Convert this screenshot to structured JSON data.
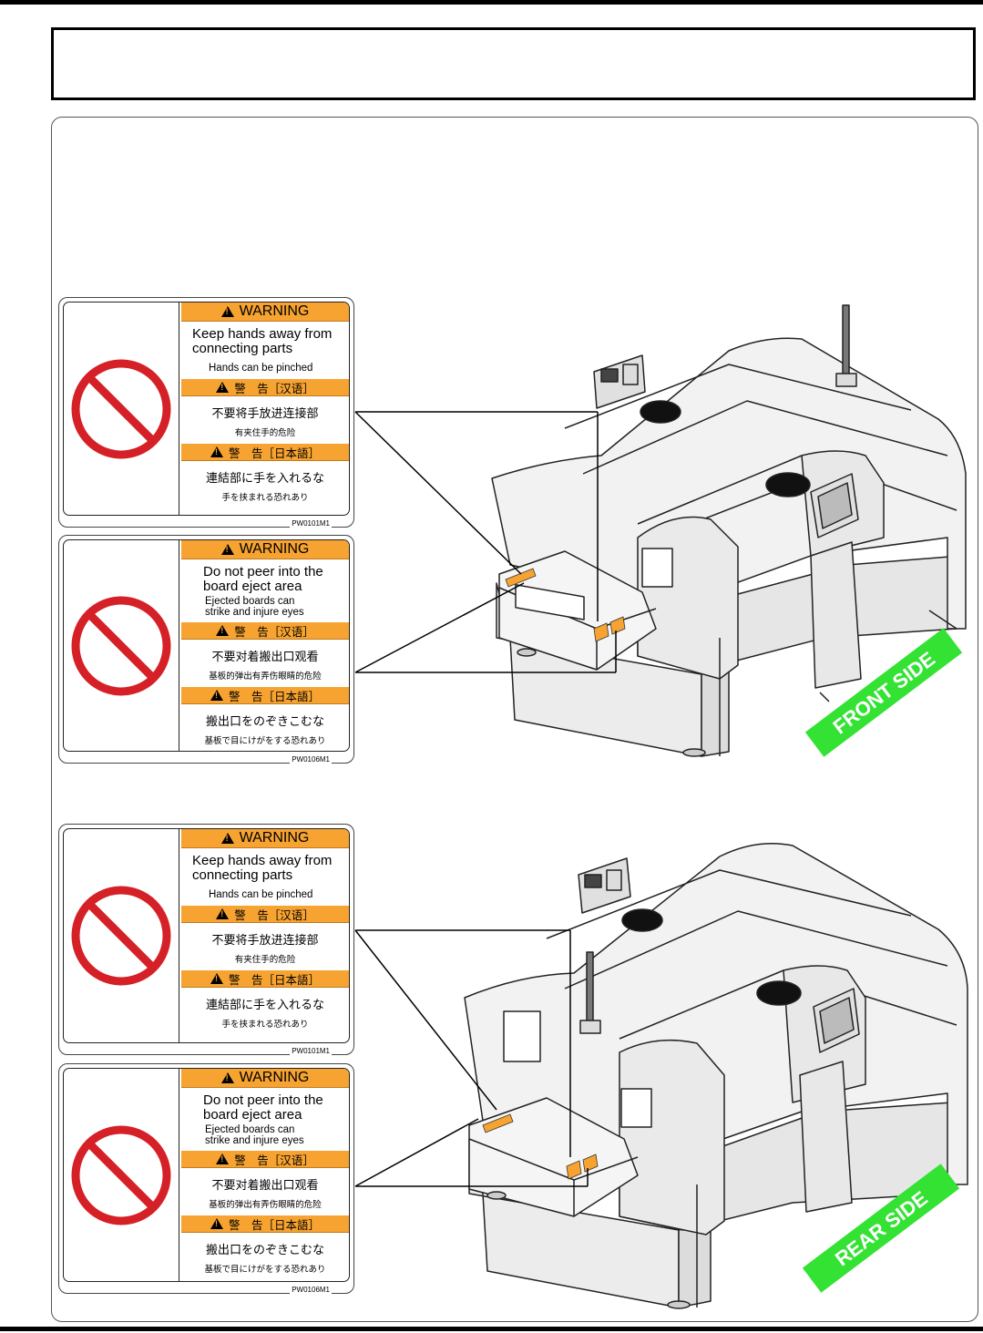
{
  "labels": {
    "front_pinch": {
      "warning": "WARNING",
      "en_main": "Keep hands away from connecting parts",
      "en_sub": "Hands can be pinched",
      "cn_band": "警　告［汉语］",
      "cn_main": "不要将手放进连接部",
      "cn_sub": "有夹住手的危险",
      "jp_band": "警　告［日本語］",
      "jp_main": "連結部に手を入れるな",
      "jp_sub": "手を挟まれる恐れあり",
      "code": "PW0101M1"
    },
    "front_eject": {
      "warning": "WARNING",
      "en_main": "Do not peer into the board eject area",
      "en_sub": "Ejected boards can strike and injure eyes",
      "cn_band": "警　告［汉语］",
      "cn_main": "不要对着搬出口观看",
      "cn_sub": "基板的弹出有弄伤眼睛的危险",
      "jp_band": "警　告［日本語］",
      "jp_main": "搬出口をのぞきこむな",
      "jp_sub": "基板で目にけがをする恐れあり",
      "code": "PW0106M1"
    },
    "rear_pinch": {
      "warning": "WARNING",
      "en_main": "Keep hands away from connecting parts",
      "en_sub": "Hands can be pinched",
      "cn_band": "警　告［汉语］",
      "cn_main": "不要将手放进连接部",
      "cn_sub": "有夹住手的危险",
      "jp_band": "警　告［日本語］",
      "jp_main": "連結部に手を入れるな",
      "jp_sub": "手を挟まれる恐れあり",
      "code": "PW0101M1"
    },
    "rear_eject": {
      "warning": "WARNING",
      "en_main": "Do not peer into the board eject area",
      "en_sub": "Ejected boards can strike and injure eyes",
      "cn_band": "警　告［汉语］",
      "cn_main": "不要对着搬出口观看",
      "cn_sub": "基板的弹出有弄伤眼睛的危险",
      "jp_band": "警　告［日本語］",
      "jp_main": "搬出口をのぞきこむな",
      "jp_sub": "基板で目にけがをする恐れあり",
      "code": "PW0106M1"
    }
  },
  "badges": {
    "front": "FRONT SIDE",
    "rear": "REAR SIDE"
  },
  "colors": {
    "warning_band": "#f7a331",
    "prohibit_red": "#d42026",
    "badge_green": "#33e233",
    "label_orange": "#f7a331"
  },
  "icons": {
    "prohibition": "prohibition-icon",
    "warning": "warning-triangle-icon"
  }
}
